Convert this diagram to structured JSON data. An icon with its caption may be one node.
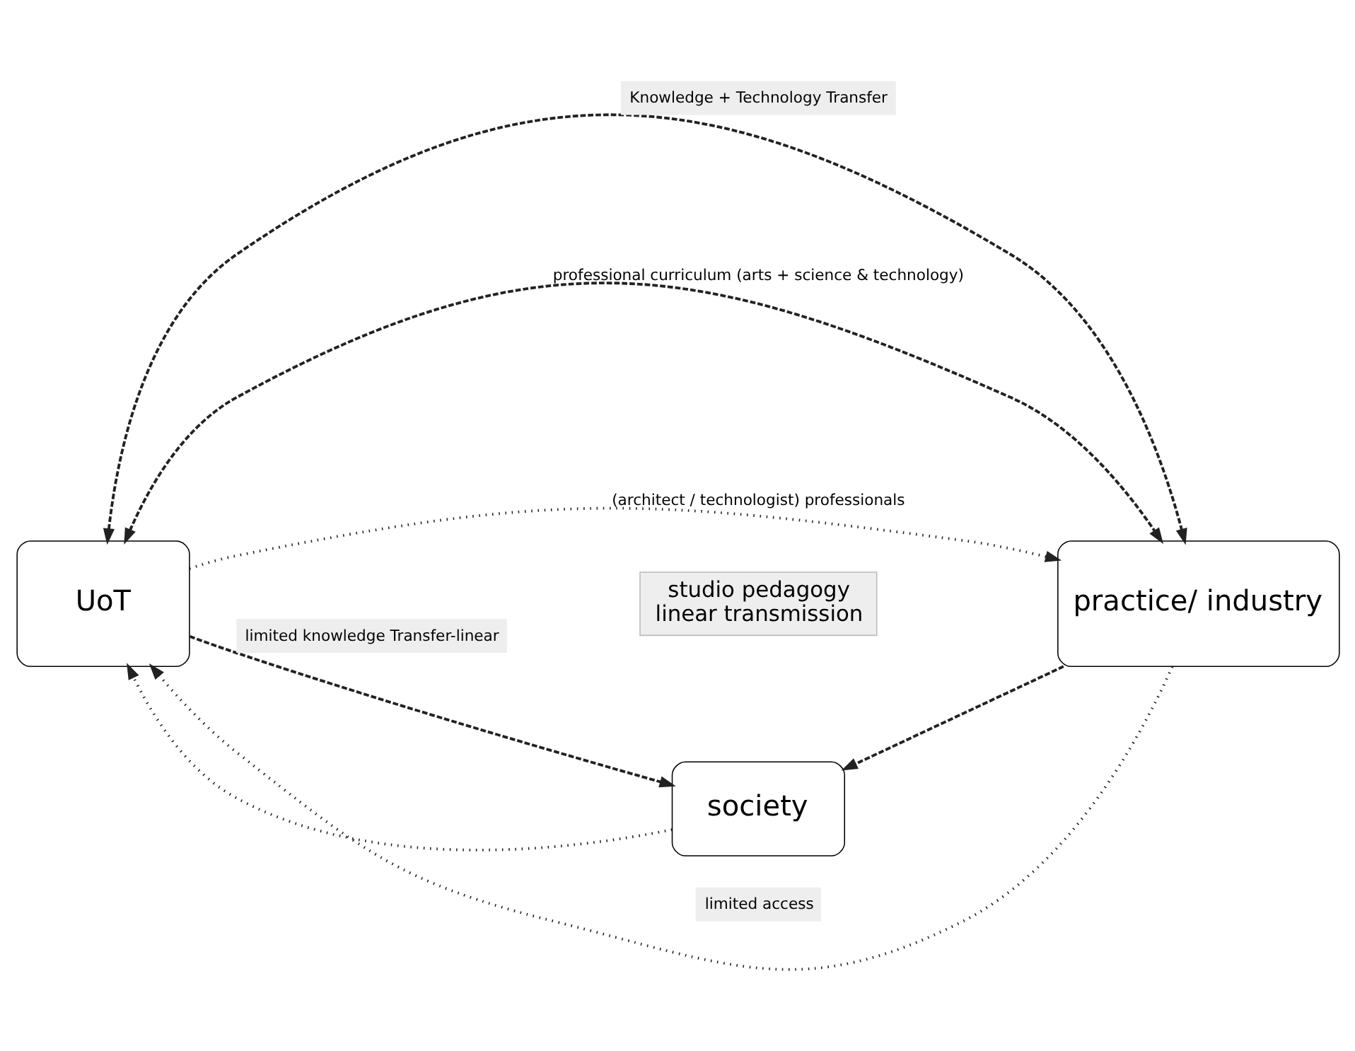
{
  "diagram": {
    "nodes": [
      {
        "text": [
          "UoT"
        ]
      },
      {
        "text": [
          "practice/ industry"
        ]
      },
      {
        "text": [
          "studio pedagogy",
          "linear transmission"
        ]
      },
      {
        "text": [
          "society"
        ]
      }
    ],
    "edges": [
      {
        "from": 0,
        "to": 1,
        "arrow": "both",
        "style": "dashed",
        "label": "Knowledge + Technology Transfer"
      },
      {
        "from": 0,
        "to": 1,
        "arrow": "both",
        "style": "dashed",
        "label": "professional curriculum (arts + science & technology)"
      },
      {
        "from": 0,
        "to": 1,
        "arrow": "to",
        "label": "(architect / technologist) professionals"
      },
      {
        "from": 1,
        "to": 0,
        "arrow": "to",
        "label": "limited access"
      },
      {
        "from": 3,
        "to": 0,
        "arrow": "to"
      },
      {
        "from": 1,
        "to": 3,
        "arrow": "to",
        "style": "dashed"
      },
      {
        "from": 0,
        "to": 3,
        "arrow": "to",
        "style": "dashed",
        "label": "limited knowledge Transfer-linear"
      }
    ]
  }
}
